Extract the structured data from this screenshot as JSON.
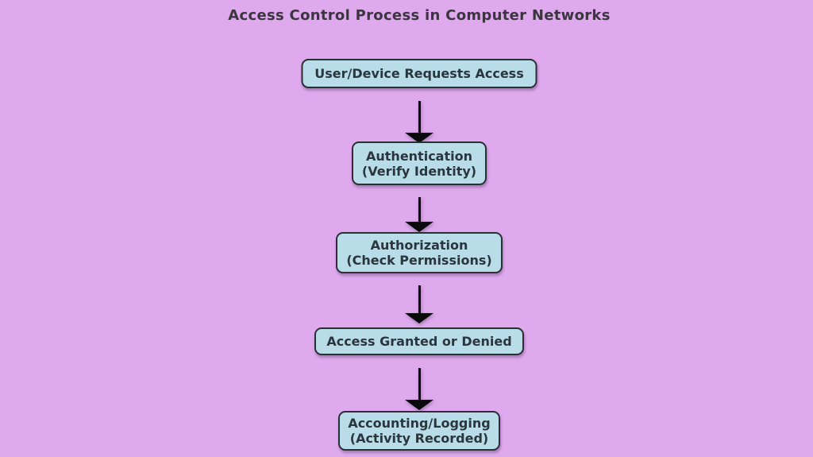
{
  "title": "Access Control Process in Computer Networks",
  "diagram": {
    "type": "flowchart",
    "direction": "top-down",
    "nodes": [
      {
        "id": "request",
        "label": "User/Device Requests Access"
      },
      {
        "id": "authentication",
        "label": "Authentication",
        "sublabel": "(Verify Identity)"
      },
      {
        "id": "authorization",
        "label": "Authorization",
        "sublabel": "(Check Permissions)"
      },
      {
        "id": "decision",
        "label": "Access Granted or Denied"
      },
      {
        "id": "accounting",
        "label": "Accounting/Logging",
        "sublabel": "(Activity Recorded)"
      }
    ],
    "edges": [
      {
        "from": "request",
        "to": "authentication"
      },
      {
        "from": "authentication",
        "to": "authorization"
      },
      {
        "from": "authorization",
        "to": "decision"
      },
      {
        "from": "decision",
        "to": "accounting"
      }
    ]
  },
  "colors": {
    "background": "#DFA9EE",
    "node_fill": "#B8DDE8",
    "node_border": "#2D2D36",
    "node_text": "#2B353D",
    "title_text": "#3B3540",
    "arrow": "#0A0A0A"
  }
}
